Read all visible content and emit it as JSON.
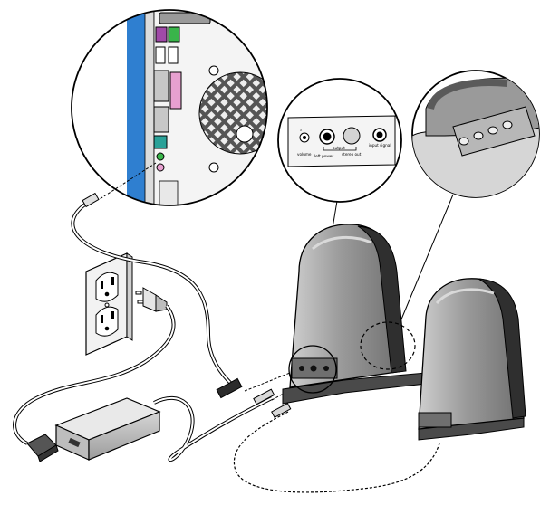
{
  "panel_labels": {
    "headphones_glyph": "⌃",
    "volume": "volume",
    "output": "output",
    "left_power": "left power",
    "stereo_out": "stereo out",
    "input_signal": "input signal"
  },
  "colors": {
    "line": "#000000",
    "speaker_body": "#8f8f8f",
    "speaker_dark": "#3a3a3a",
    "speaker_light": "#b8b8b8",
    "chassis_blue": "#2f7fd0",
    "port_purple": "#a04aa8",
    "port_green": "#39b54a",
    "port_teal": "#2aa198",
    "port_pink": "#e7a0d0",
    "outlet": "#f2f2f2"
  }
}
